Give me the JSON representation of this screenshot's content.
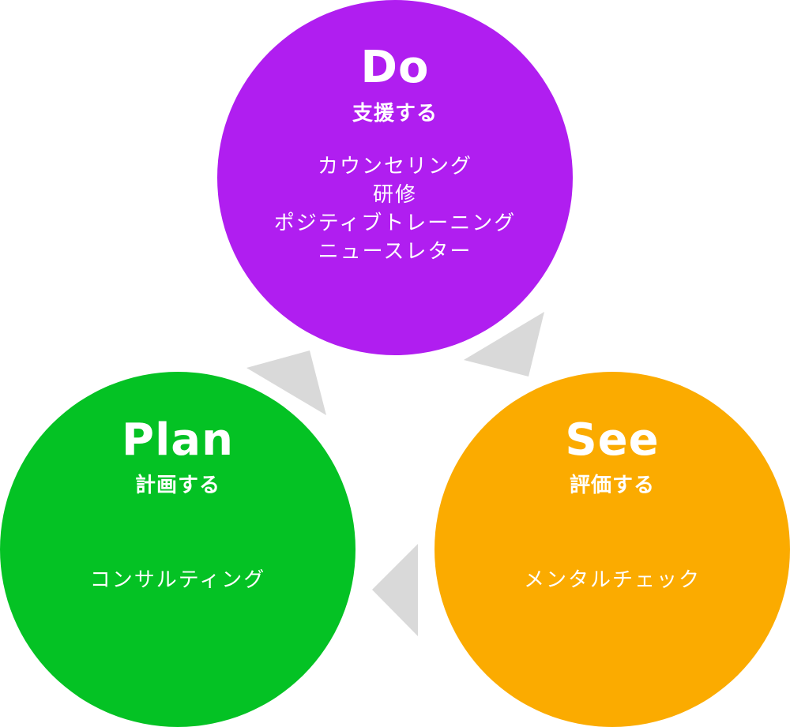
{
  "colors": {
    "do": "#b01ef0",
    "plan": "#04c224",
    "see": "#fbab00",
    "arrow": "#d9d9d9"
  },
  "do": {
    "title": "Do",
    "subtitle": "支援する",
    "items": [
      "カウンセリング",
      "研修",
      "ポジティブトレーニング",
      "ニュースレター"
    ]
  },
  "plan": {
    "title": "Plan",
    "subtitle": "計画する",
    "items": [
      "コンサルティング"
    ]
  },
  "see": {
    "title": "See",
    "subtitle": "評価する",
    "items": [
      "メンタルチェック"
    ]
  }
}
